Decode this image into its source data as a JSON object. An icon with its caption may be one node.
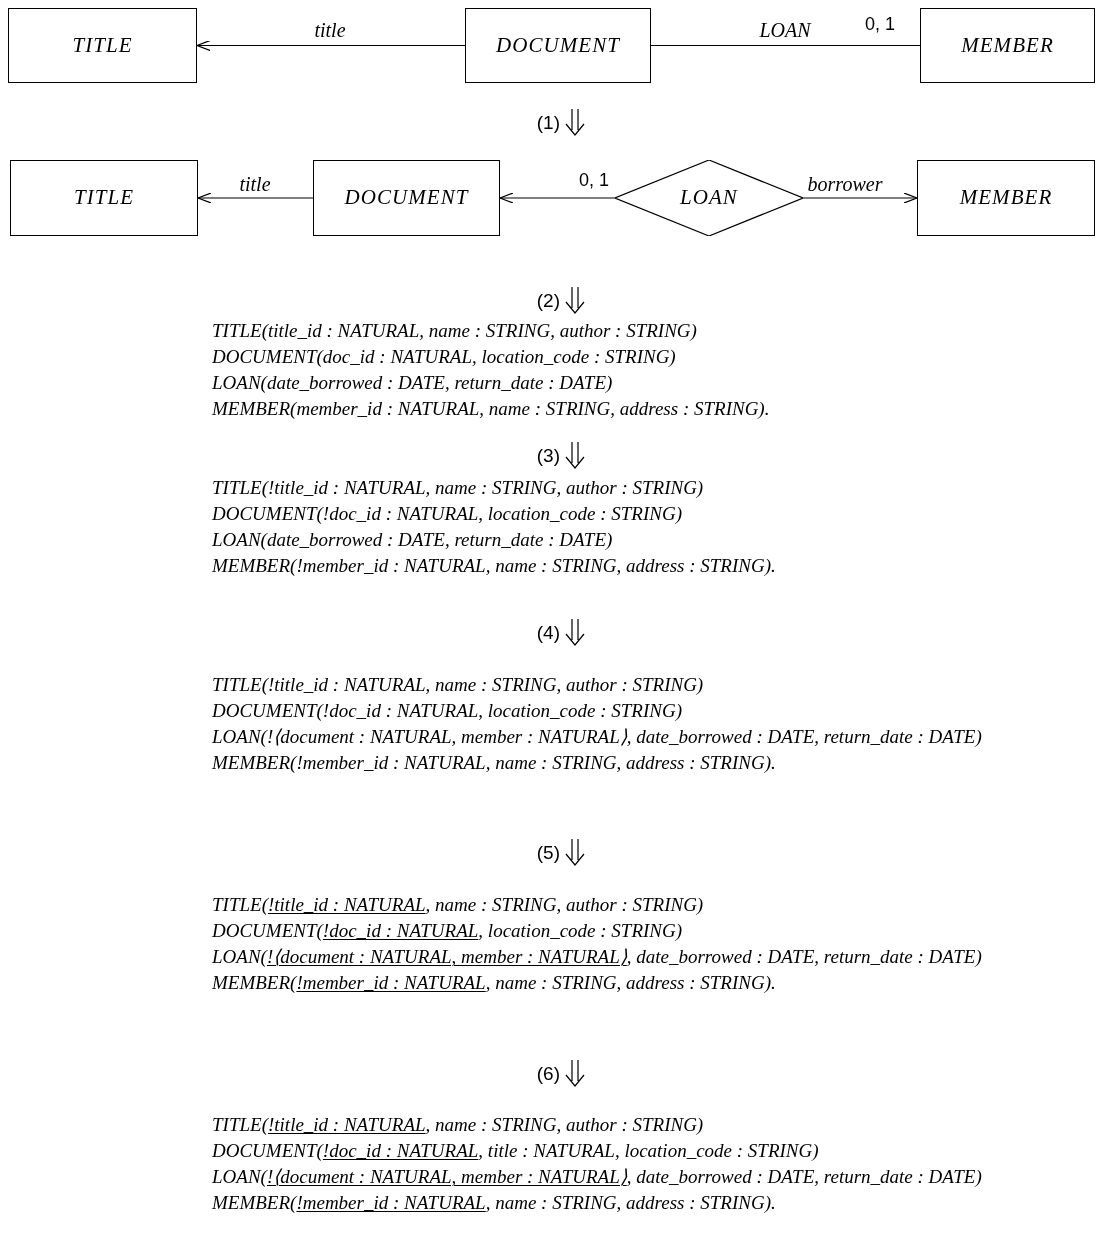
{
  "diagram": {
    "nodes": [
      {
        "text": [
          "TITLE"
        ]
      },
      {
        "text": [
          "DOCUMENT"
        ]
      },
      {
        "text": [
          "MEMBER"
        ]
      },
      {
        "text": [
          "TITLE"
        ]
      },
      {
        "text": [
          "DOCUMENT"
        ]
      },
      {
        "text": [
          "LOAN"
        ]
      },
      {
        "text": [
          "MEMBER"
        ]
      }
    ],
    "edges": [
      {
        "from": 1,
        "to": 0,
        "arrow": "to",
        "label": "title"
      },
      {
        "from": 1,
        "to": 2,
        "arrow": "none",
        "label": "LOAN"
      },
      {
        "from": 4,
        "to": 3,
        "arrow": "to",
        "label": "title"
      },
      {
        "from": 5,
        "to": 4,
        "arrow": "to"
      },
      {
        "from": 5,
        "to": 6,
        "arrow": "to",
        "label": "borrower"
      }
    ],
    "labels": [
      "0, 1",
      "(1)",
      "0, 1",
      "(2)",
      "TITLE(title_id : NATURAL, name : STRING, author : STRING)",
      "DOCUMENT(doc_id : NATURAL, location_code : STRING)",
      "LOAN(date_borrowed : DATE, return_date : DATE)",
      "MEMBER(member_id : NATURAL, name : STRING, address : STRING).",
      "(3)",
      "TITLE(!title_id : NATURAL, name : STRING, author : STRING)",
      "DOCUMENT(!doc_id : NATURAL, location_code : STRING)",
      "LOAN(date_borrowed : DATE, return_date : DATE)",
      "MEMBER(!member_id : NATURAL, name : STRING, address : STRING).",
      "(4)",
      "TITLE(!title_id : NATURAL, name : STRING, author : STRING)",
      "DOCUMENT(!doc_id : NATURAL, location_code : STRING)",
      "LOAN(!⟨document : NATURAL, member : NATURAL⟩, date_borrowed : DATE, return_date : DATE)",
      "MEMBER(!member_id : NATURAL, name : STRING, address : STRING).",
      "(5)",
      "TITLE(",
      "!title_id : NATURAL",
      ", name : STRING, author : STRING)",
      "DOCUMENT(",
      "!doc_id : NATURAL",
      ", location_code : STRING)",
      "LOAN(",
      "!⟨document : NATURAL, member : NATURAL⟩",
      ", date_borrowed : DATE, return_date : DATE)",
      "MEMBER(",
      "!member_id : NATURAL",
      ", name : STRING, address : STRING).",
      "(6)",
      "TITLE(",
      "!title_id : NATURAL",
      ", name : STRING, author : STRING)",
      "DOCUMENT(",
      "!doc_id : NATURAL",
      ", title : NATURAL, location_code : STRING)",
      "LOAN(",
      "!⟨document : NATURAL, member : NATURAL⟩",
      ", date_borrowed : DATE, return_date : DATE)",
      "MEMBER(",
      "!member_id : NATURAL",
      ", name : STRING, address : STRING)."
    ]
  }
}
